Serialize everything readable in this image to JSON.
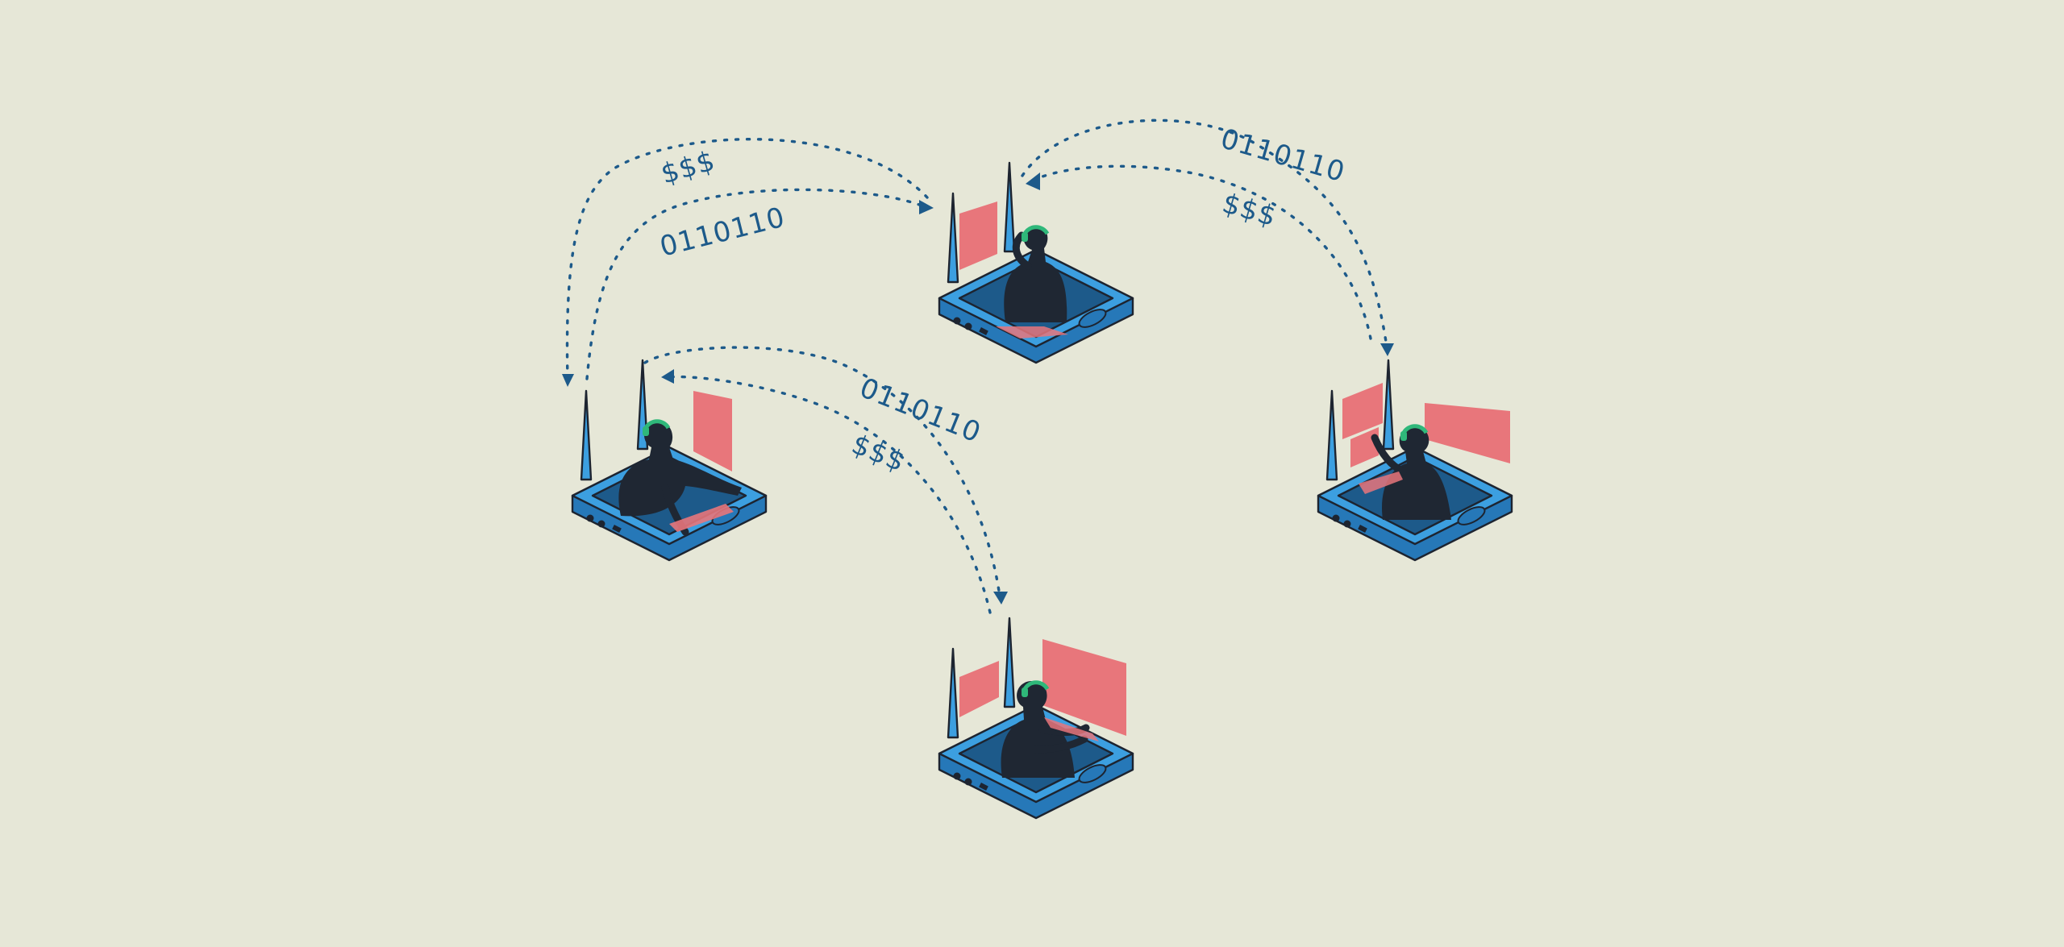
{
  "colors": {
    "background": "#e6e7d7",
    "router_blue": "#3c9fe0",
    "router_blue_dark": "#2678b8",
    "router_well": "#1d5a8a",
    "screen_pink": "#e8767b",
    "silhouette": "#1f2733",
    "headset_green": "#2fb87a",
    "arrow_blue": "#1d5a8a"
  },
  "flows": [
    {
      "label": "$$$"
    },
    {
      "label": "0110110"
    },
    {
      "label": "0110110"
    },
    {
      "label": "$$$"
    },
    {
      "label": "0110110"
    },
    {
      "label": "$$$"
    }
  ],
  "nodes": [
    {
      "name": "router-top-center",
      "icon": "wifi-router-icon",
      "person": "person-with-headset"
    },
    {
      "name": "router-left",
      "icon": "wifi-router-icon",
      "person": "person-with-headset"
    },
    {
      "name": "router-right",
      "icon": "wifi-router-icon",
      "person": "person-with-headset"
    },
    {
      "name": "router-bottom-center",
      "icon": "wifi-router-icon",
      "person": "person-with-headset"
    }
  ]
}
